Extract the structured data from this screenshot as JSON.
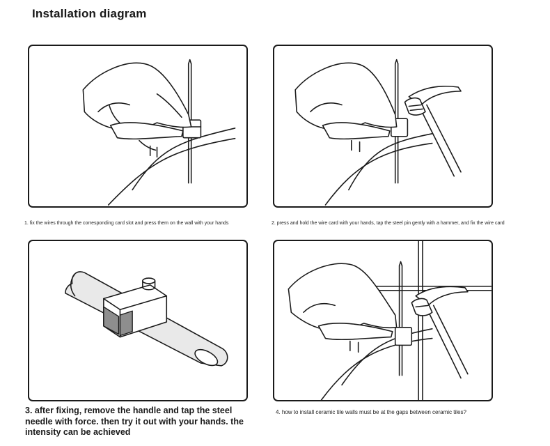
{
  "title": "Installation diagram",
  "steps": [
    {
      "caption": "1. fix the wires through the corresponding card slot and press them on the wall with your hands"
    },
    {
      "caption": "2. press and hold the wire card with your hands, tap the steel pin gently with a hammer, and fix the wire card"
    },
    {
      "caption": "3. after fixing, remove the handle and tap the steel needle with force. then try it out with your hands. the intensity can be achieved"
    },
    {
      "caption": "4. how to install ceramic tile walls must be at the gaps between ceramic tiles?"
    }
  ]
}
